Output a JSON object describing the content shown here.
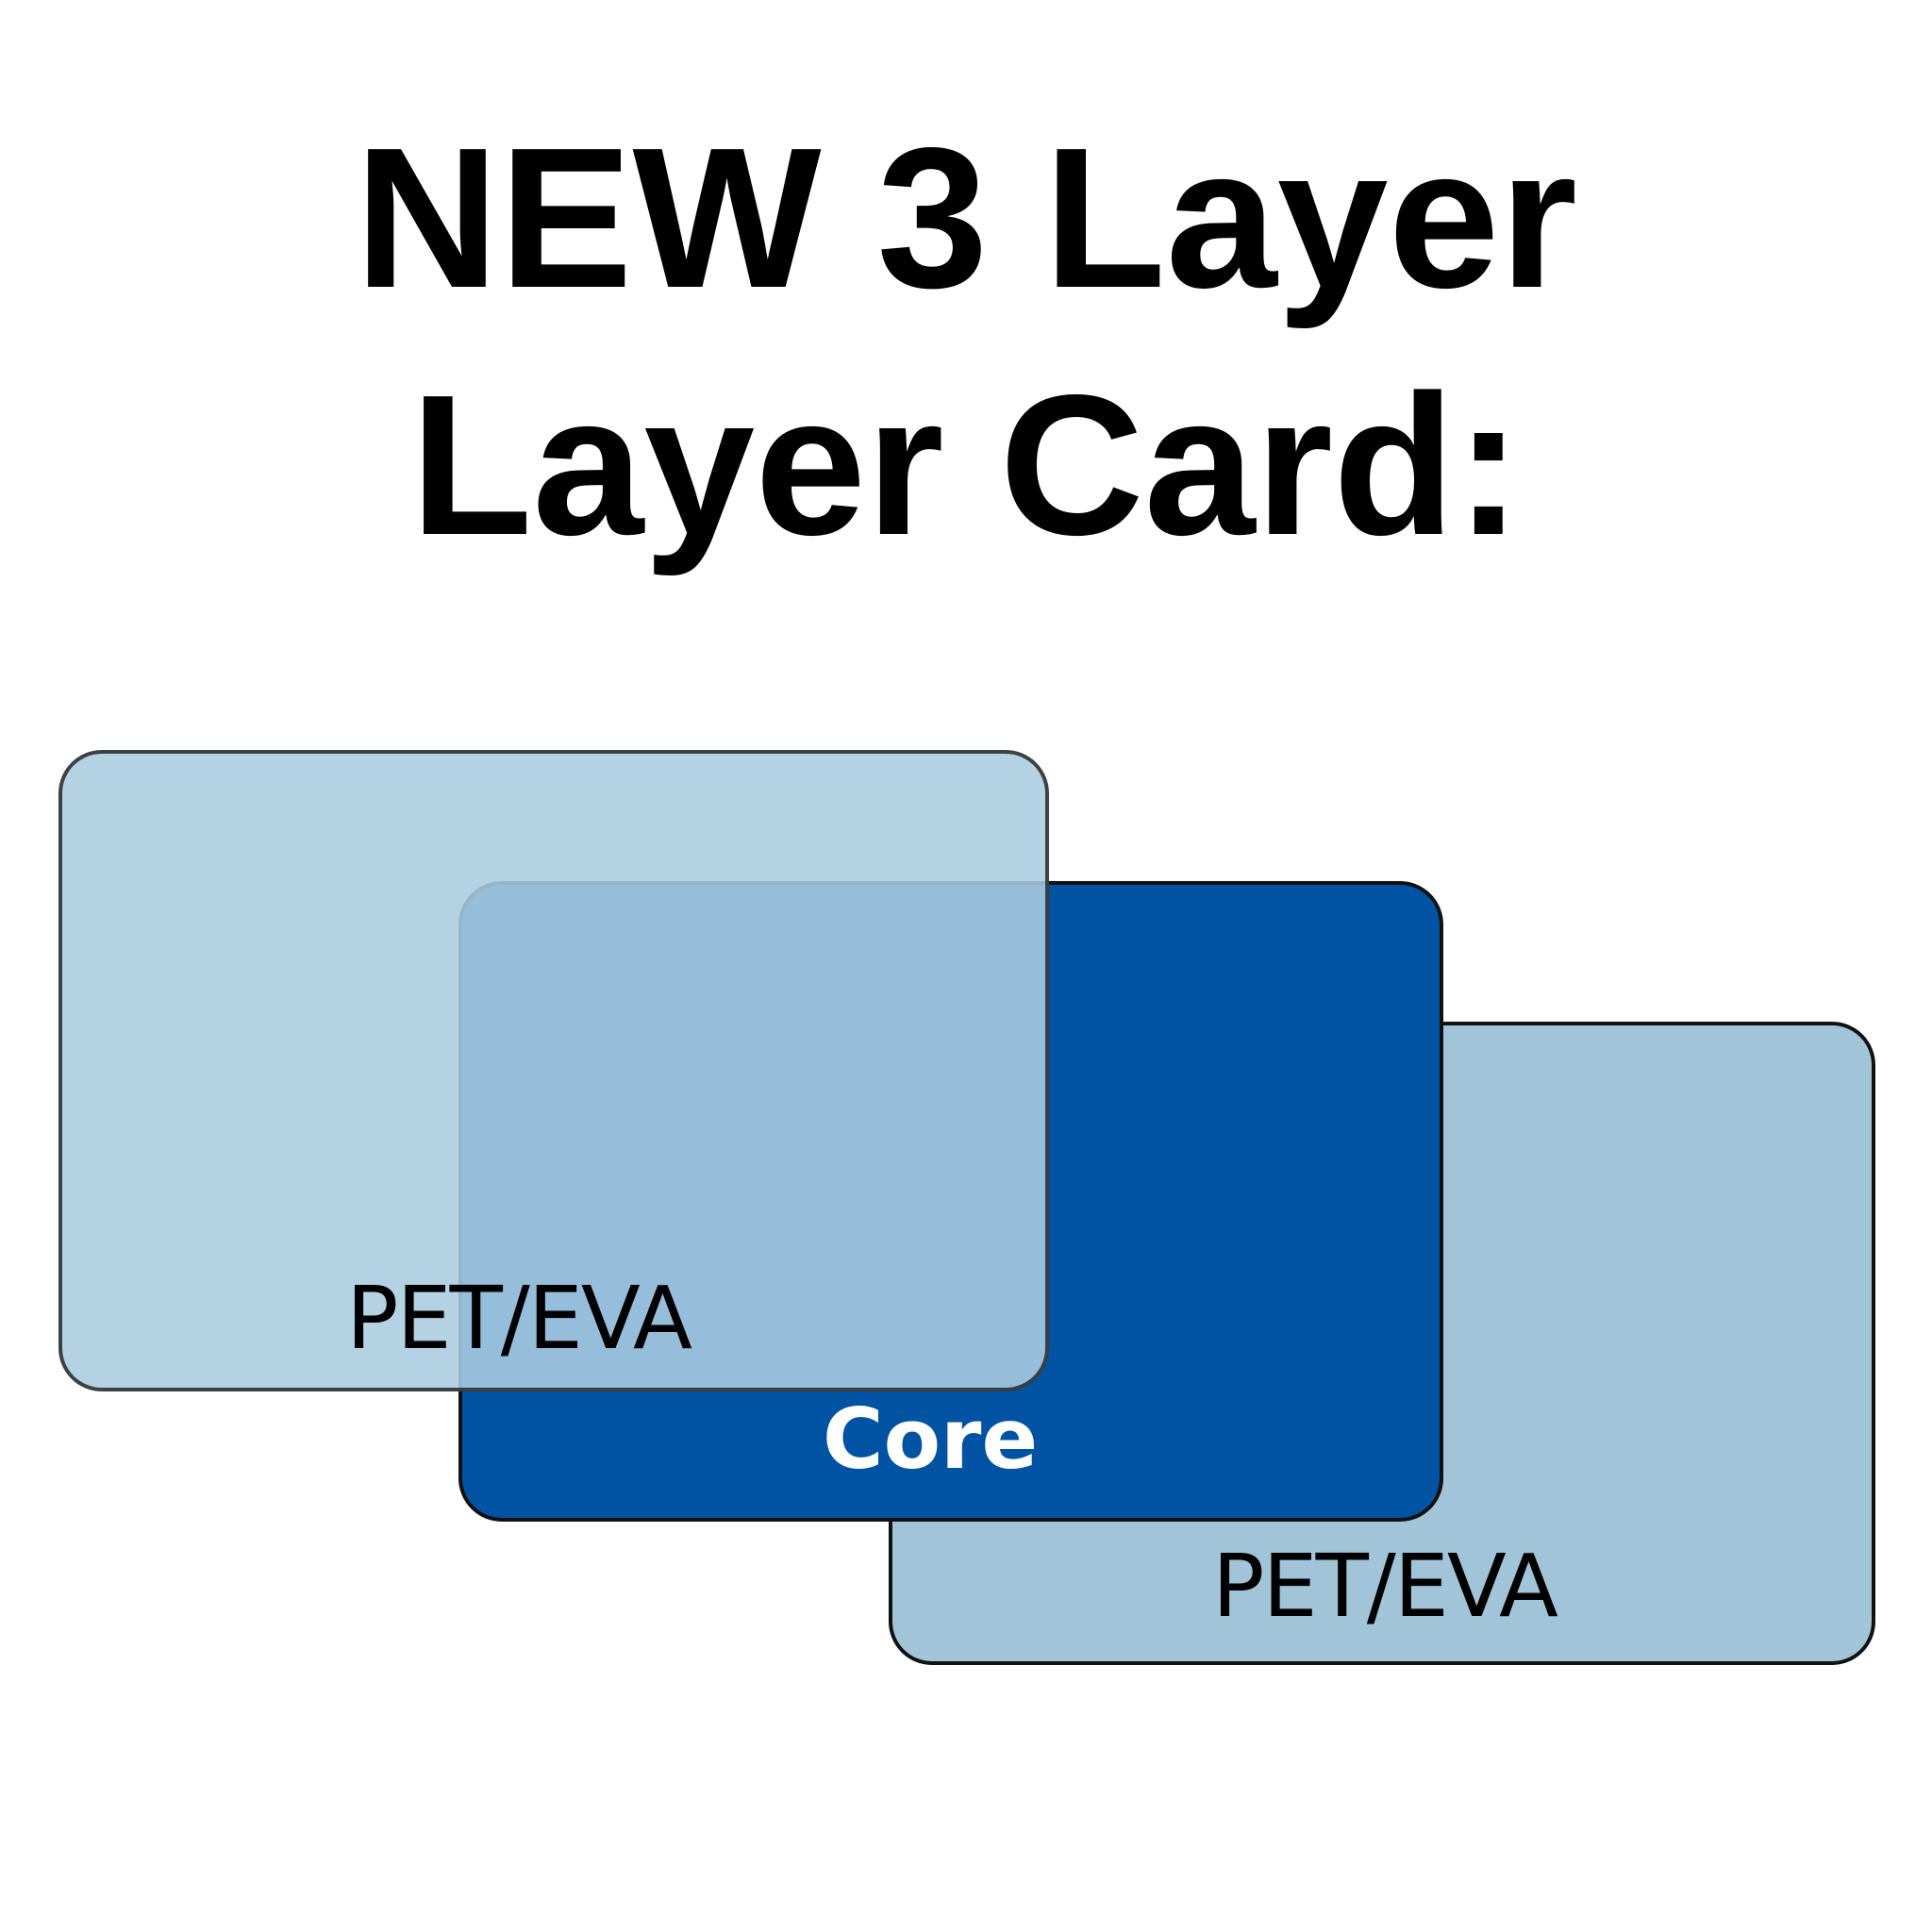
{
  "title": {
    "line1": "NEW 3 Layer",
    "line2": "Layer Card:"
  },
  "layers": {
    "front": {
      "label": "PET/EVA",
      "color": "#abcce0"
    },
    "core": {
      "label": "Core",
      "color": "#0053a2"
    },
    "back": {
      "label": "PET/EVA",
      "color": "#a1c4d8"
    }
  }
}
